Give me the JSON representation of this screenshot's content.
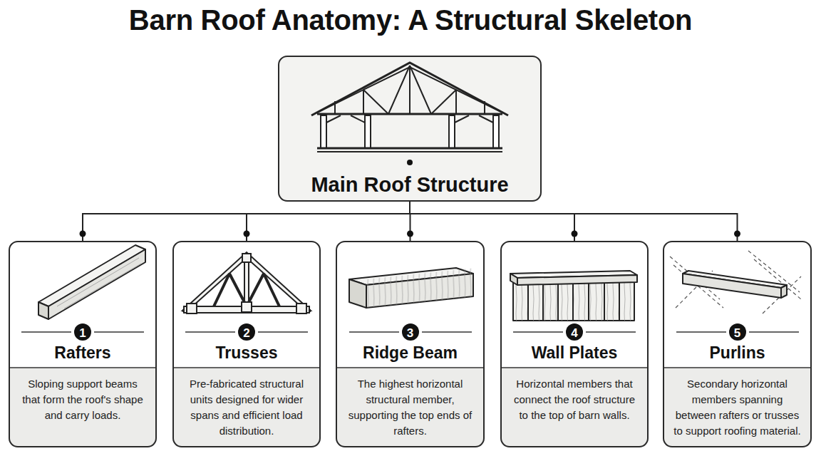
{
  "diagram": {
    "title": "Barn Roof Anatomy: A Structural Skeleton",
    "nodes": [
      {
        "text": [
          "Main Roof Structure"
        ]
      },
      {
        "text": [
          "1",
          "Rafters",
          "Sloping support beams that form the roof's shape and carry loads."
        ]
      },
      {
        "text": [
          "2",
          "Trusses",
          "Pre-fabricated structural units designed for wider spans and efficient load distribution."
        ]
      },
      {
        "text": [
          "3",
          "Ridge Beam",
          "The highest horizontal structural member, supporting the top ends of rafters."
        ]
      },
      {
        "text": [
          "4",
          "Wall Plates",
          "Horizontal members that connect the roof structure to the top of barn walls."
        ]
      },
      {
        "text": [
          "5",
          "Purlins",
          "Secondary horizontal members spanning between rafters or trusses to support roofing material."
        ]
      }
    ],
    "edges": [
      {
        "from": 0,
        "to": 1,
        "arrow": "none"
      },
      {
        "from": 0,
        "to": 2,
        "arrow": "none"
      },
      {
        "from": 0,
        "to": 3,
        "arrow": "none"
      },
      {
        "from": 0,
        "to": 4,
        "arrow": "none"
      },
      {
        "from": 0,
        "to": 5,
        "arrow": "none"
      }
    ]
  }
}
